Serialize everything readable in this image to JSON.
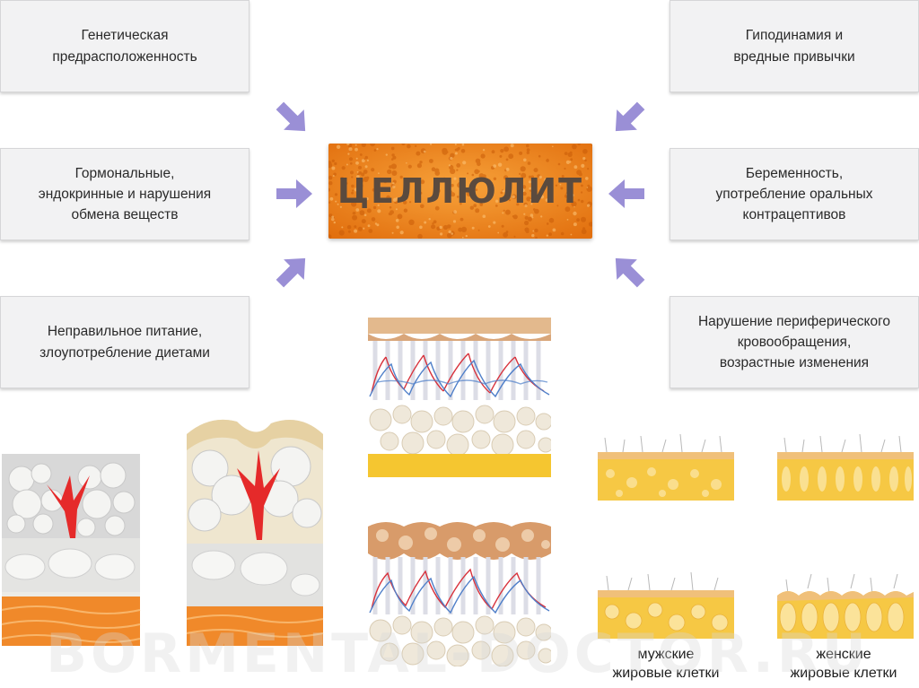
{
  "center": {
    "label": "ЦЕЛЛЮЛИТ"
  },
  "factors": {
    "genetic": "Генетическая\nпредрасположенность",
    "hormonal": "Гормональные,\nэндокринные и нарушения\nобмена веществ",
    "nutrition": "Неправильное питание,\nзлоупотребление диетами",
    "hypodynamia": "Гиподинамия и\nвредные привычки",
    "pregnancy": "Беременность,\nупотребление оральных\nконтрацептивов",
    "circulation": "Нарушение периферического\nкровообращения,\nвозрастные изменения"
  },
  "captions": {
    "male": "мужские\nжировые клетки",
    "female": "женские\nжировые клетки"
  },
  "watermark": "BORMENTAL-DOCTOR.RU",
  "colors": {
    "box_bg": "#f2f2f3",
    "arrow": "#9a8fd6",
    "orange": "#f08a1c",
    "fat_yellow": "#f5c838",
    "vessel_red": "#d8313b",
    "vessel_blue": "#4f7fc9"
  }
}
